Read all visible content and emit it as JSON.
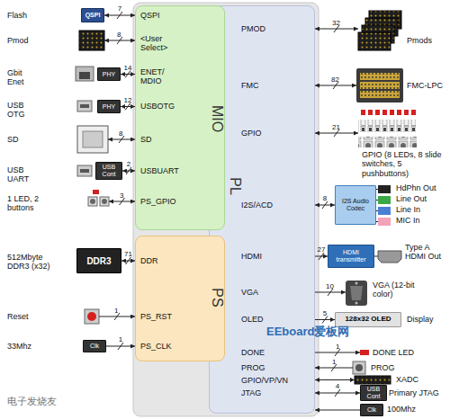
{
  "diagram": {
    "nodes": [
      {
        "text": [
          "PL"
        ]
      },
      {
        "text": [
          "MIO"
        ]
      },
      {
        "text": [
          "PS"
        ]
      },
      {
        "text": [
          "QSPI"
        ]
      },
      {
        "text": [
          "PHY"
        ]
      },
      {
        "text": [
          "PHY"
        ]
      },
      {
        "text": [
          "USB Cont"
        ]
      },
      {
        "text": [
          "DDR3"
        ]
      },
      {
        "text": [
          "Clk"
        ]
      },
      {
        "text": [
          "I2S Audio Codec"
        ]
      },
      {
        "text": [
          "HDMI transmitter"
        ]
      },
      {
        "text": [
          "128x32 OLED"
        ]
      },
      {
        "text": [
          "USB Cont"
        ]
      },
      {
        "text": [
          "Clk"
        ]
      }
    ],
    "edges": [
      {
        "from": 3,
        "to": 1,
        "label": "7",
        "arrow": "both"
      },
      {
        "from": 4,
        "to": 1,
        "label": "14",
        "arrow": "both"
      },
      {
        "from": 5,
        "to": 1,
        "label": "12",
        "arrow": "both"
      },
      {
        "from": 6,
        "to": 1,
        "label": "2",
        "arrow": "both"
      },
      {
        "from": 7,
        "to": 2,
        "label": "71",
        "arrow": "both"
      },
      {
        "from": 8,
        "to": 2,
        "label": "1",
        "arrow": "to"
      },
      {
        "from": 0,
        "to": 9,
        "label": "8",
        "arrow": "both"
      },
      {
        "from": 0,
        "to": 10,
        "label": "27",
        "arrow": "to"
      },
      {
        "from": 0,
        "to": 11,
        "label": "5",
        "arrow": "to"
      },
      {
        "from": 0,
        "to": 12,
        "label": "4",
        "arrow": "both"
      },
      {
        "from": 13,
        "to": 0,
        "arrow": "to"
      }
    ],
    "labels": [
      "Flash",
      "Pmod",
      "Gbit Enet",
      "USB OTG",
      "SD",
      "USB UART",
      "1 LED, 2 buttons",
      "512Mbyte DDR3 (x32)",
      "Reset",
      "33Mhz",
      "QSPI",
      "<User Select>",
      "ENET/ MDIO",
      "USBOTG",
      "SD",
      "USBUART",
      "PS_GPIO",
      "DDR",
      "PS_RST",
      "PS_CLK",
      "8",
      "8",
      "3",
      "1",
      "PMOD",
      "FMC",
      "GPIO",
      "I2S/ACD",
      "HDMI",
      "VGA",
      "OLED",
      "DONE",
      "PROG",
      "GPIO/VP/VN",
      "JTAG",
      "32",
      "82",
      "21",
      "10",
      "1",
      "1",
      "Pmods",
      "FMC-LPC",
      "GPIO (8 LEDs, 8 slide switches, 5 pushbuttons)",
      "HdPhn Out",
      "Line Out",
      "Line In",
      "MIC In",
      "Type A HDMI Out",
      "VGA (12-bit color)",
      "Display",
      "DONE LED",
      "PROG",
      "XADC",
      "Primary JTAG",
      "100Mhz",
      "EEboard爱板网",
      "电子发烧友"
    ]
  }
}
